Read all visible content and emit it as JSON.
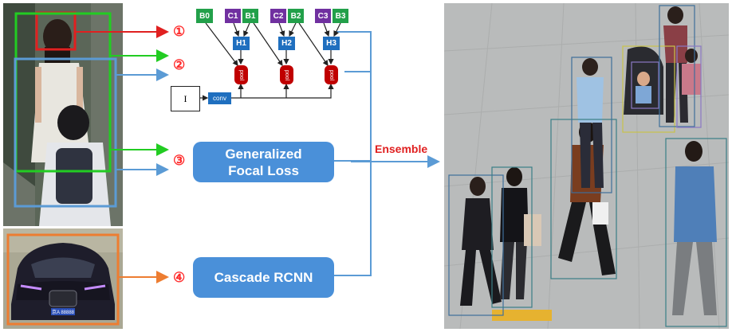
{
  "markers": {
    "m1": "①",
    "m2": "②",
    "m3": "③",
    "m4": "④"
  },
  "methods": {
    "gfl": "Generalized\nFocal Loss",
    "cascade": "Cascade RCNN"
  },
  "ensemble_label": "Ensemble",
  "network": {
    "input": "I",
    "conv": "conv",
    "b0": "B0",
    "c1": "C1",
    "b1": "B1",
    "c2": "C2",
    "b2": "B2",
    "c3": "C3",
    "b3": "B3",
    "h1": "H1",
    "h2": "H2",
    "h3": "H3",
    "pool": "pool"
  },
  "colors": {
    "red": "#e02020",
    "green": "#22cc22",
    "blue": "#5b9bd5",
    "orange": "#ed7d31",
    "node_green": "#22a04a",
    "node_purple": "#7030a0",
    "node_blue": "#1f6fbf",
    "pool_red": "#c00000",
    "method_box": "#4a90d9",
    "ensemble_text": "#e02020"
  },
  "plate": "京A 88888"
}
